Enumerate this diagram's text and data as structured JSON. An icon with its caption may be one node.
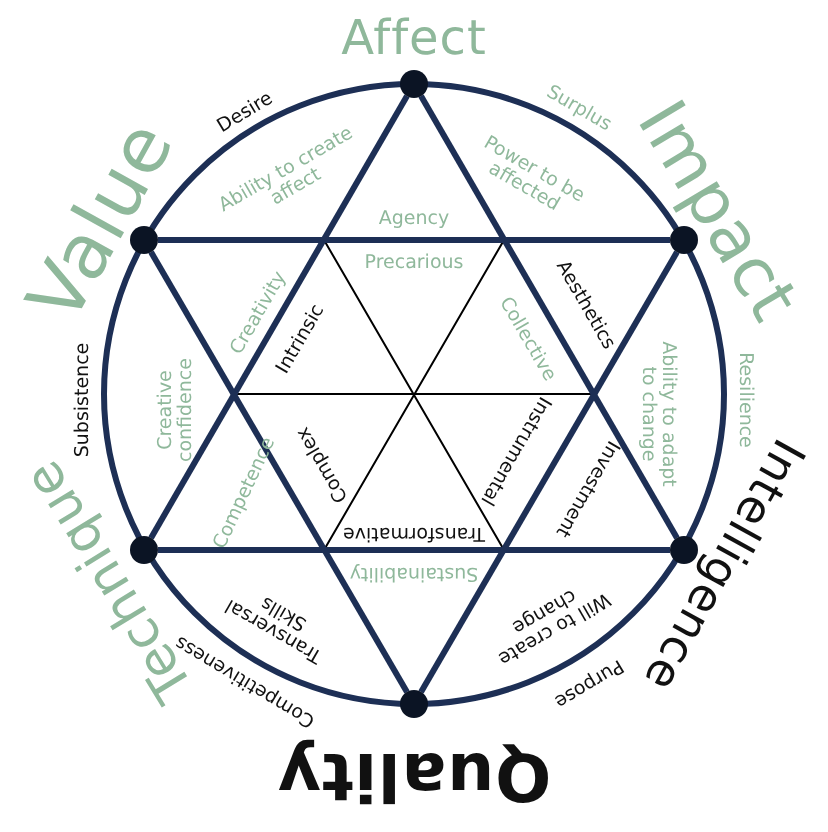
{
  "diagram": {
    "nodes": [
      {
        "text": [],
        "shape": "circle",
        "beside": [
          "Affect"
        ]
      },
      {
        "text": [],
        "shape": "circle",
        "beside": [
          "Value"
        ]
      },
      {
        "text": [],
        "shape": "circle",
        "beside": [
          "Impact"
        ]
      },
      {
        "text": [],
        "shape": "circle",
        "beside": [
          "Technique"
        ]
      },
      {
        "text": [],
        "shape": "circle",
        "beside": [
          "Intelligence"
        ]
      },
      {
        "text": [],
        "shape": "circle",
        "beside": [
          "Quality"
        ]
      }
    ],
    "edges": [
      {
        "from": 0,
        "to": 3,
        "arrow": "none"
      },
      {
        "from": 0,
        "to": 4,
        "arrow": "none"
      },
      {
        "from": 3,
        "to": 4,
        "arrow": "none"
      },
      {
        "from": 1,
        "to": 2,
        "arrow": "none"
      },
      {
        "from": 1,
        "to": 5,
        "arrow": "none"
      },
      {
        "from": 2,
        "to": 5,
        "arrow": "none"
      }
    ],
    "labels": [
      "Desire",
      "Surplus",
      "Ability to create affect",
      "Power to be affected",
      "Agency",
      "Precarious",
      "Creativity",
      "Intrinsic",
      "Collective",
      "Aesthetics",
      "Subsistence",
      "Creative confidence",
      "Ability to adapt to change",
      "Resilience",
      "Competence",
      "Complex",
      "Instrumental",
      "Investment",
      "Transformative",
      "Sustainability",
      "Transversal Skills",
      "Will to create change",
      "Competitiveness",
      "Purpose"
    ]
  }
}
